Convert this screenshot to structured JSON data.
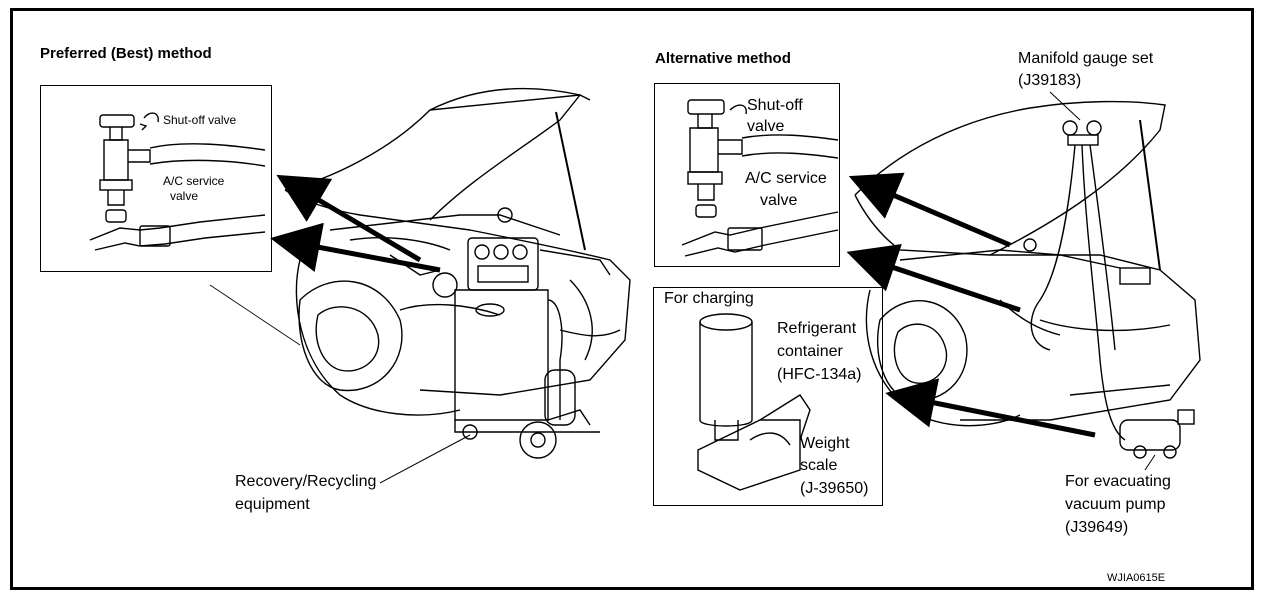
{
  "preferred": {
    "title": "Preferred (Best) method",
    "shutoff_label": "Shut-off valve",
    "service_label": [
      "A/C service",
      "valve"
    ]
  },
  "alternative": {
    "title": "Alternative method",
    "shutoff_label": [
      "Shut-off",
      "valve"
    ],
    "service_label": [
      "A/C service",
      "valve"
    ]
  },
  "manifold": {
    "label": [
      "Manifold gauge set",
      "(J39183)"
    ]
  },
  "charging": {
    "title": "For charging",
    "container_label": [
      "Refrigerant",
      "container",
      "(HFC-134a)"
    ],
    "scale_label": [
      "Weight",
      "scale",
      "(J-39650)"
    ]
  },
  "recovery": {
    "label": [
      "Recovery/Recycling",
      "equipment"
    ]
  },
  "vacuum": {
    "label": [
      "For evacuating",
      "vacuum pump",
      "(J39649)"
    ]
  },
  "figure_code": "WJIA0615E"
}
